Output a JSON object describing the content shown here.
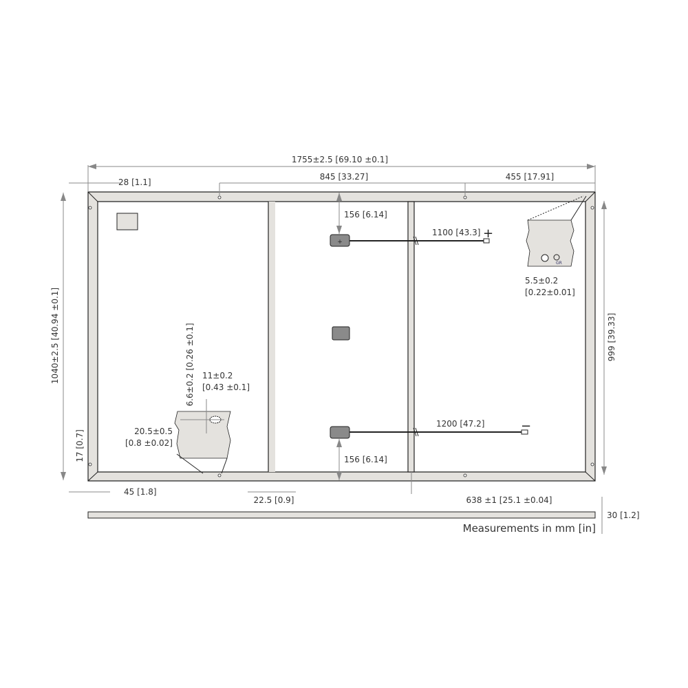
{
  "dimensions": {
    "overall_length": "1755±2.5 [69.10 ±0.1]",
    "corner_offset": "28 [1.1]",
    "mount_spacing": "845 [33.27]",
    "mount_edge": "455 [17.91]",
    "box_top": "156 [6.14]",
    "box_bottom": "156 [6.14]",
    "cable_positive": "1100 [43.3]",
    "cable_negative": "1200 [47.2]",
    "positive_sign": "+",
    "negative_sign": "−",
    "ground_hole_1": "5.5±0.2",
    "ground_hole_2": "[0.22±0.01]",
    "ground_label": "GR",
    "overall_width": "1040±2.5 [40.94 ±0.1]",
    "mount_height": "999 [39.33]",
    "slot_height": "6.6±0.2 [0.26 ±0.1]",
    "slot_width_1": "11±0.2",
    "slot_width_2": "[0.43 ±0.1]",
    "slot_offset_1": "20.5±0.5",
    "slot_offset_2": "[0.8 ±0.02]",
    "corner_17": "17 [0.7]",
    "corner_45": "45 [1.8]",
    "bar_width": "22.5 [0.9]",
    "bar_offset": "638 ±1 [25.1 ±0.04]",
    "frame_depth": "30 [1.2]"
  },
  "footer": {
    "units_note": "Measurements in mm [in]"
  },
  "colors": {
    "frame": "#e4e2de",
    "junction_box": "#8a8a8a",
    "line": "#222222",
    "dimension": "#888888"
  }
}
